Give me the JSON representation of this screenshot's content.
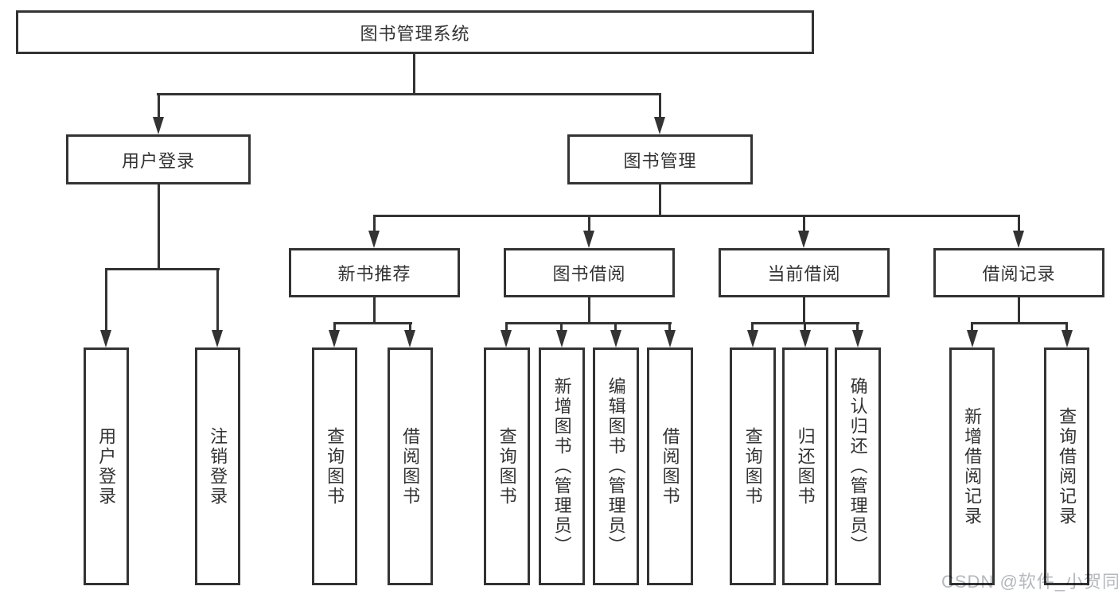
{
  "nodes": {
    "root": "图书管理系统",
    "user_login": "用户登录",
    "book_management": "图书管理",
    "new_book_recommend": "新书推荐",
    "book_borrow": "图书借阅",
    "current_borrow": "当前借阅",
    "borrow_records": "借阅记录",
    "user_login_children": [
      "用户登录",
      "注销登录"
    ],
    "new_book_recommend_children": [
      "查询图书",
      "借阅图书"
    ],
    "book_borrow_children": [
      "查询图书",
      "新增图书（管理员）",
      "编辑图书（管理员）",
      "借阅图书"
    ],
    "current_borrow_children": [
      "查询图书",
      "归还图书",
      "确认归还（管理员）"
    ],
    "borrow_records_children": [
      "新增借阅记录",
      "查询借阅记录"
    ]
  },
  "watermark": "CSDN @软件_小贺同学",
  "colors": {
    "line": "#333333",
    "text": "#333333",
    "watermark": "#b5b8bd",
    "background": "#ffffff"
  }
}
